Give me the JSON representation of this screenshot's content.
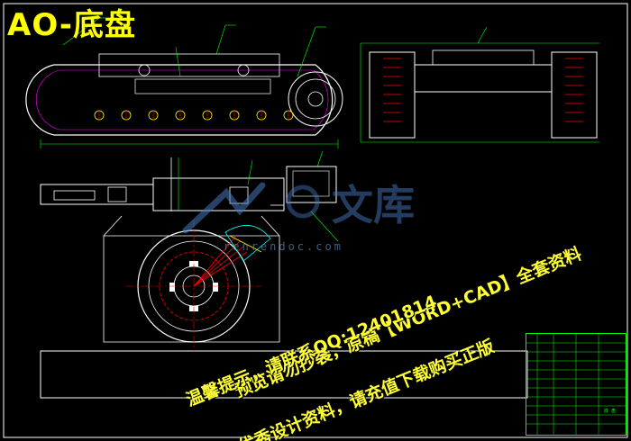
{
  "title": "AO-底盘",
  "watermark": {
    "logo_text": "文库",
    "site": "renrendoc.com",
    "line1": "预览请勿抄袭，原稿【WORD+CAD】全套资料",
    "line2": "温馨提示，请联系QQ:12401814",
    "line3": "优秀设计资料，请充值下载购买正版"
  },
  "title_block": {
    "label1": "底",
    "label2": "盘"
  },
  "colors": {
    "background": "#000000",
    "outline": "#ffffff",
    "green": "#00ff00",
    "red": "#ff0000",
    "yellow": "#ffff00",
    "cyan": "#00ffff",
    "magenta": "#ff00ff"
  }
}
